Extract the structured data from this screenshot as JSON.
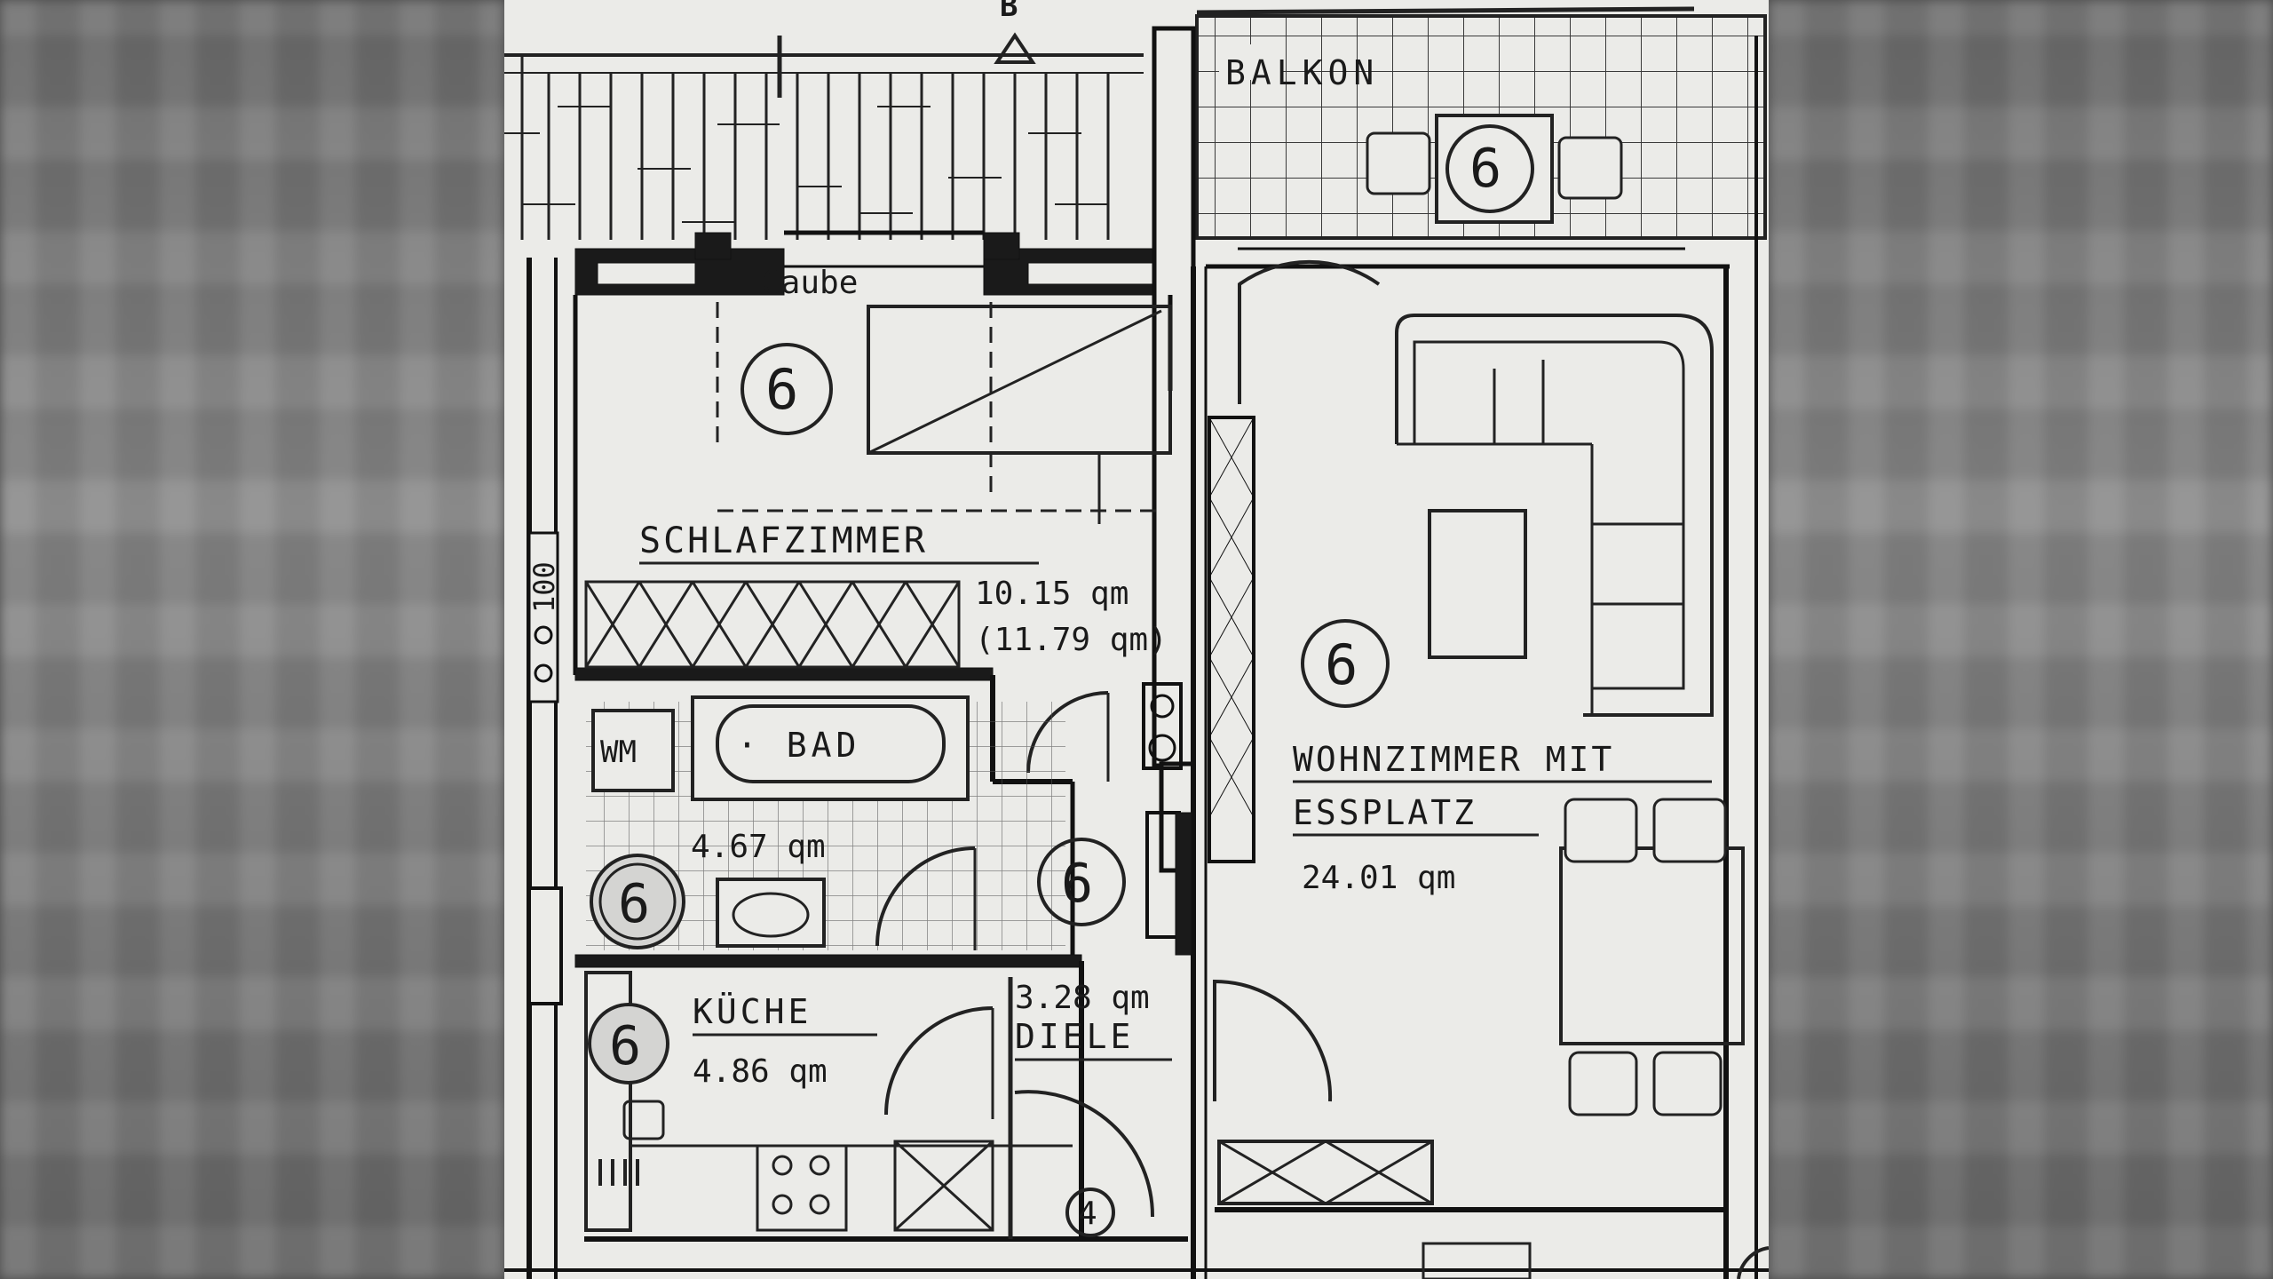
{
  "plan": {
    "rooms": {
      "balkon": {
        "name": "BALKON",
        "badge": "6"
      },
      "schlafzimmer": {
        "gaube": "Gaube",
        "name": "SCHLAFZIMMER",
        "area": "10.15 qm",
        "area_alt": "(11.79 qm)",
        "badge": "6"
      },
      "bad": {
        "wm": "WM",
        "name": "· BAD",
        "area": "4.67 qm",
        "badge": "6"
      },
      "kueche": {
        "name": "KÜCHE",
        "area": "4.86 qm",
        "badge": "6"
      },
      "diele": {
        "area": "3.28 qm",
        "name": "DIELE",
        "badge": "6"
      },
      "wohnzimmer": {
        "name_line1": "WOHNZIMMER MIT",
        "name_line2": "ESSPLATZ",
        "area": "24.01 qm",
        "badge": "6"
      },
      "entrance": {
        "badge": "4"
      }
    },
    "dimension_label": "100",
    "top_marker": "B"
  }
}
